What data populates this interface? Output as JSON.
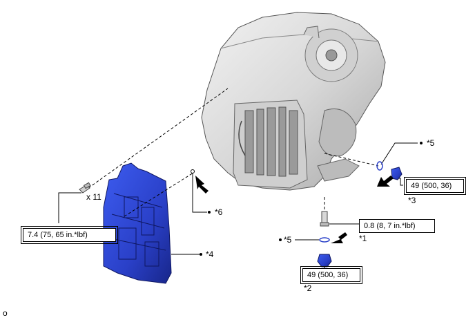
{
  "labels": {
    "qty_bolts": "x 11",
    "ref_1": "*1",
    "ref_2": "*2",
    "ref_3": "*3",
    "ref_4": "*4",
    "ref_5_top": "*5",
    "ref_5_mid": "*5",
    "ref_6": "*6",
    "corner_mark": "o"
  },
  "torque_specs": {
    "bolt_11": "7.4 (75, 65 in.*lbf)",
    "bolt_1": "0.8 (8, 7 in.*lbf)",
    "plug_3": "49 (500, 36)",
    "plug_2": "49 (500, 36)"
  },
  "colors": {
    "valve_body": "#2d46d6",
    "valve_body_dark": "#1a2a9a",
    "transmission_light": "#e6e6e6",
    "transmission_mid": "#bdbdbd",
    "transmission_dark": "#7a7a7a",
    "line": "#000000"
  },
  "icons": [
    "arrow-icon",
    "bolt-icon",
    "plug-icon",
    "o-ring-icon",
    "seal-ring-icon"
  ]
}
